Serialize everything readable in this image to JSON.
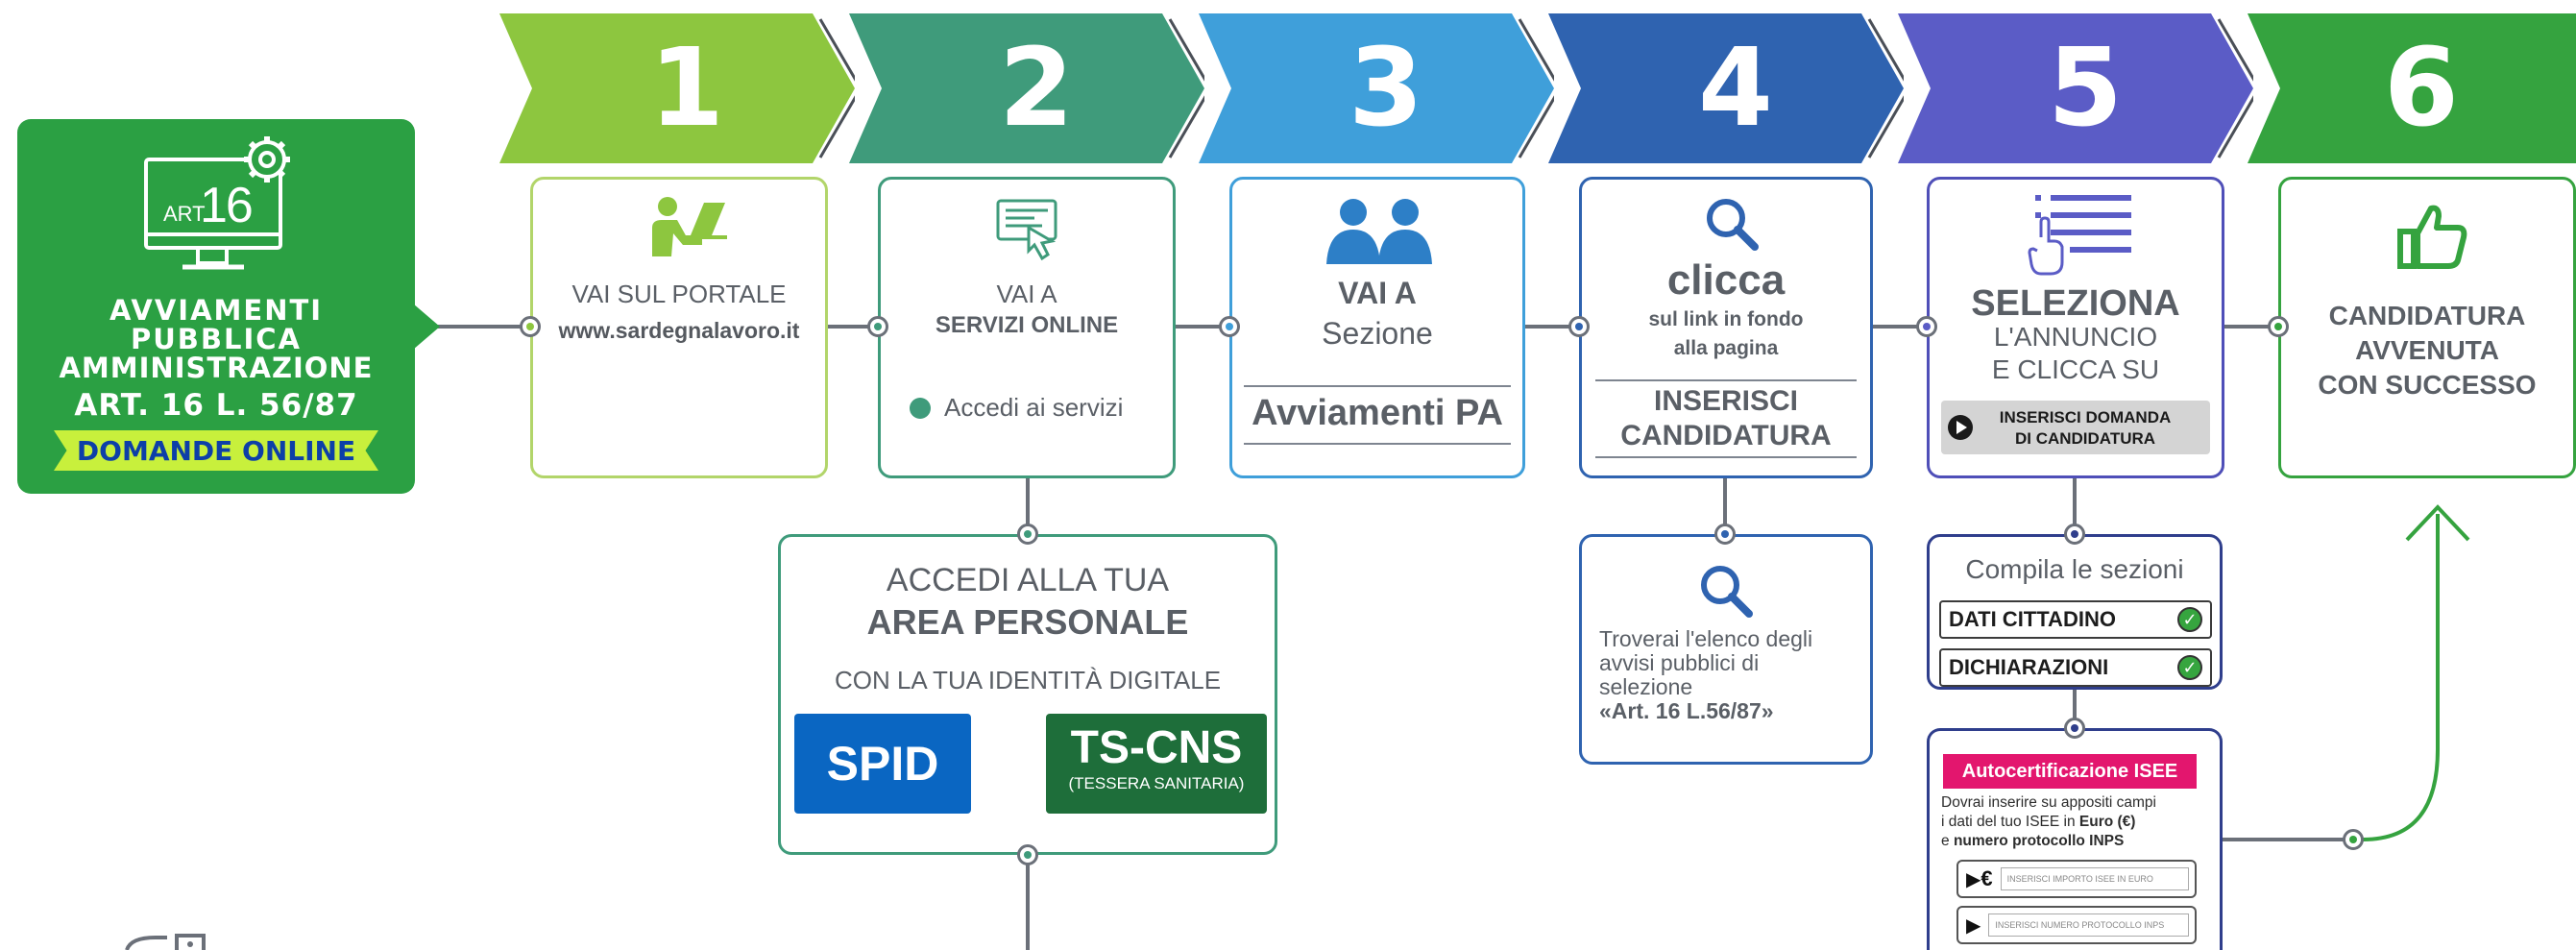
{
  "intro": {
    "art_label": "ART.",
    "art_number": "16",
    "title_line1": "AVVIAMENTI",
    "title_line2": "PUBBLICA",
    "title_line3": "AMMINISTRAZIONE",
    "law": "ART. 16 L. 56/87",
    "banner": "DOMANDE ONLINE"
  },
  "steps": [
    {
      "number": "1",
      "color": "#8dc63f"
    },
    {
      "number": "2",
      "color": "#3f9b7b"
    },
    {
      "number": "3",
      "color": "#3f9fda"
    },
    {
      "number": "4",
      "color": "#2f63b0"
    },
    {
      "number": "5",
      "color": "#5b5cc6"
    },
    {
      "number": "6",
      "color": "#35a33f"
    }
  ],
  "step1": {
    "line1": "VAI SUL PORTALE",
    "line2": "www.sardegnalavoro.it"
  },
  "step2": {
    "line1": "VAI A",
    "line2": "SERVIZI ONLINE",
    "line3": "Accedi ai servizi"
  },
  "step3": {
    "line1": "VAI A",
    "line2": "Sezione",
    "line3": "Avviamenti PA"
  },
  "step4": {
    "line1": "clicca",
    "line2": "sul link in fondo",
    "line3": "alla pagina",
    "line4": "INSERISCI",
    "line5": "CANDIDATURA"
  },
  "step5": {
    "line1": "SELEZIONA",
    "line2": "L'ANNUNCIO",
    "line3": "E CLICCA SU",
    "button_line1": "INSERISCI DOMANDA",
    "button_line2": "DI CANDIDATURA"
  },
  "step6": {
    "line1": "CANDIDATURA",
    "line2": "AVVENUTA",
    "line3": "CON SUCCESSO"
  },
  "area": {
    "line1": "ACCEDI ALLA TUA",
    "line2": "AREA PERSONALE",
    "line3": "CON LA TUA IDENTITÀ DIGITALE",
    "spid": "SPID",
    "tscns": "TS-CNS",
    "tscns_sub": "(TESSERA SANITARIA)"
  },
  "list_box": {
    "line1": "Troverai l'elenco degli",
    "line2": "avvisi pubblici di",
    "line3": "selezione",
    "line4": "«Art. 16 L.56/87»"
  },
  "sections": {
    "title": "Compila le sezioni",
    "item1": "DATI CITTADINO",
    "item2": "DICHIARAZIONI"
  },
  "isee": {
    "header": "Autocertificazione ISEE",
    "text1": "Dovrai inserire su appositi campi",
    "text2_a": "i dati del tuo ISEE in ",
    "text2_b": "Euro (€)",
    "text3_a": "e ",
    "text3_b": "numero protocollo INPS",
    "field1_symbol": "€",
    "field1": "INSERISCI IMPORTO ISEE IN EURO",
    "field2": "INSERISCI NUMERO PROTOCOLLO INPS"
  },
  "colors": {
    "green_dark": "#2ba043",
    "lime": "#8dc63f",
    "teal": "#3f9b7b",
    "sky": "#3f9fda",
    "blue": "#2f63b0",
    "violet": "#5b5cc6",
    "green": "#35a33f",
    "spid_blue": "#0a66c2",
    "tscns_green": "#1e6e3a",
    "isee_pink": "#e3166e"
  }
}
